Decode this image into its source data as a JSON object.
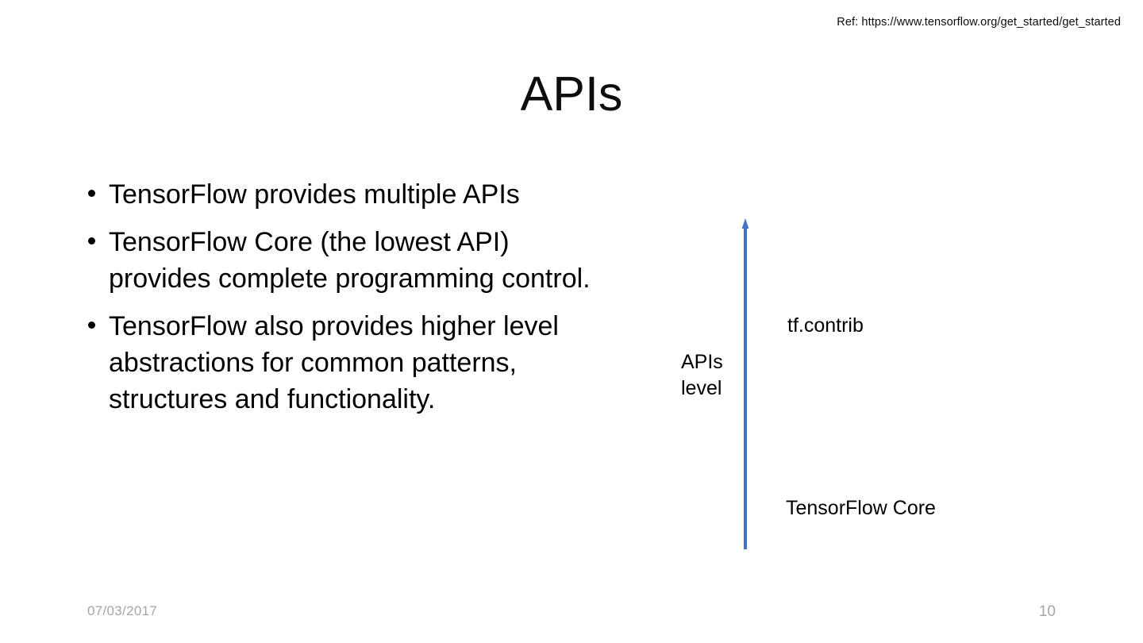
{
  "slide": {
    "reference": "Ref: https://www.tensorflow.org/get_started/get_started",
    "title": "APIs",
    "bullets": [
      "TensorFlow provides multiple APIs",
      "TensorFlow Core (the lowest API) provides complete programming control.",
      "TensorFlow also provides higher level abstractions for common patterns, structures and functionality."
    ],
    "diagram": {
      "axis_label": "APIs level",
      "axis_label_line1": "APIs",
      "axis_label_line2": "level",
      "arrow_color": "#4472c4",
      "arrow_direction": "up",
      "top_tier": "tf.contrib",
      "bottom_tier": "TensorFlow Core"
    },
    "footer": {
      "date": "07/03/2017",
      "page_number": "10"
    }
  }
}
